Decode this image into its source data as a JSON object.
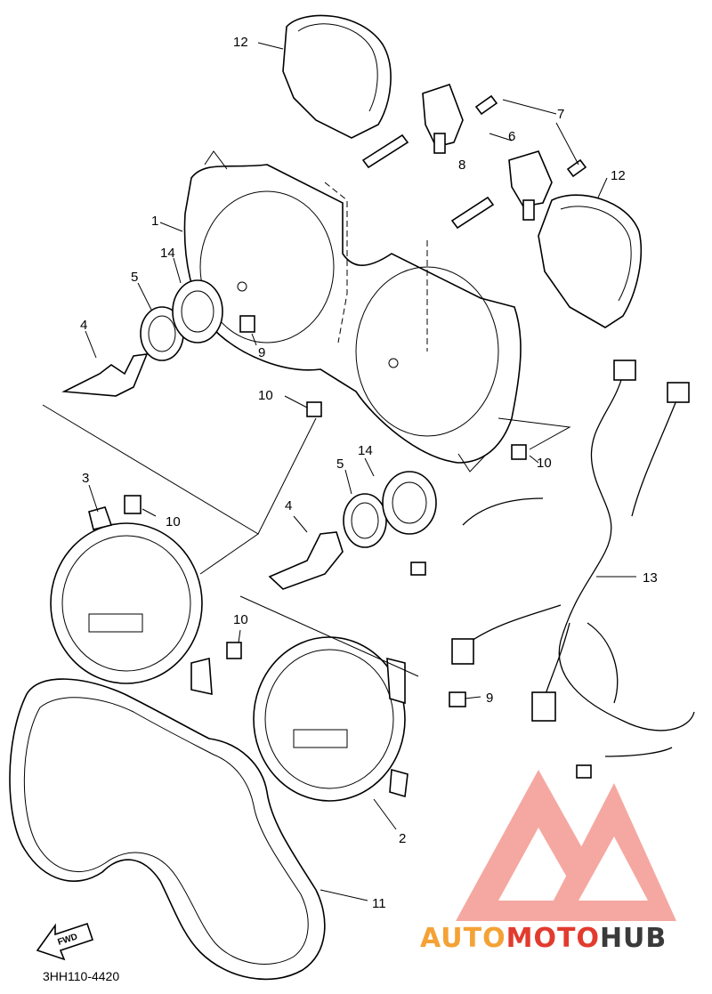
{
  "callouts": [
    "1",
    "2",
    "3",
    "4",
    "5",
    "6",
    "7",
    "8",
    "9",
    "10",
    "11",
    "12",
    "13",
    "14"
  ],
  "diagram_code": "3HH110-4420",
  "fwd_label": "FWD",
  "watermark": {
    "part1": "AUTO",
    "part2": "MOTO",
    "part3": "HUB",
    "color_light": "#f4a236",
    "color_red": "#e23b2e",
    "color_dark": "#3a3a3a"
  },
  "colors": {
    "line": "#000000",
    "background": "#ffffff",
    "logo": "#f28b82"
  }
}
